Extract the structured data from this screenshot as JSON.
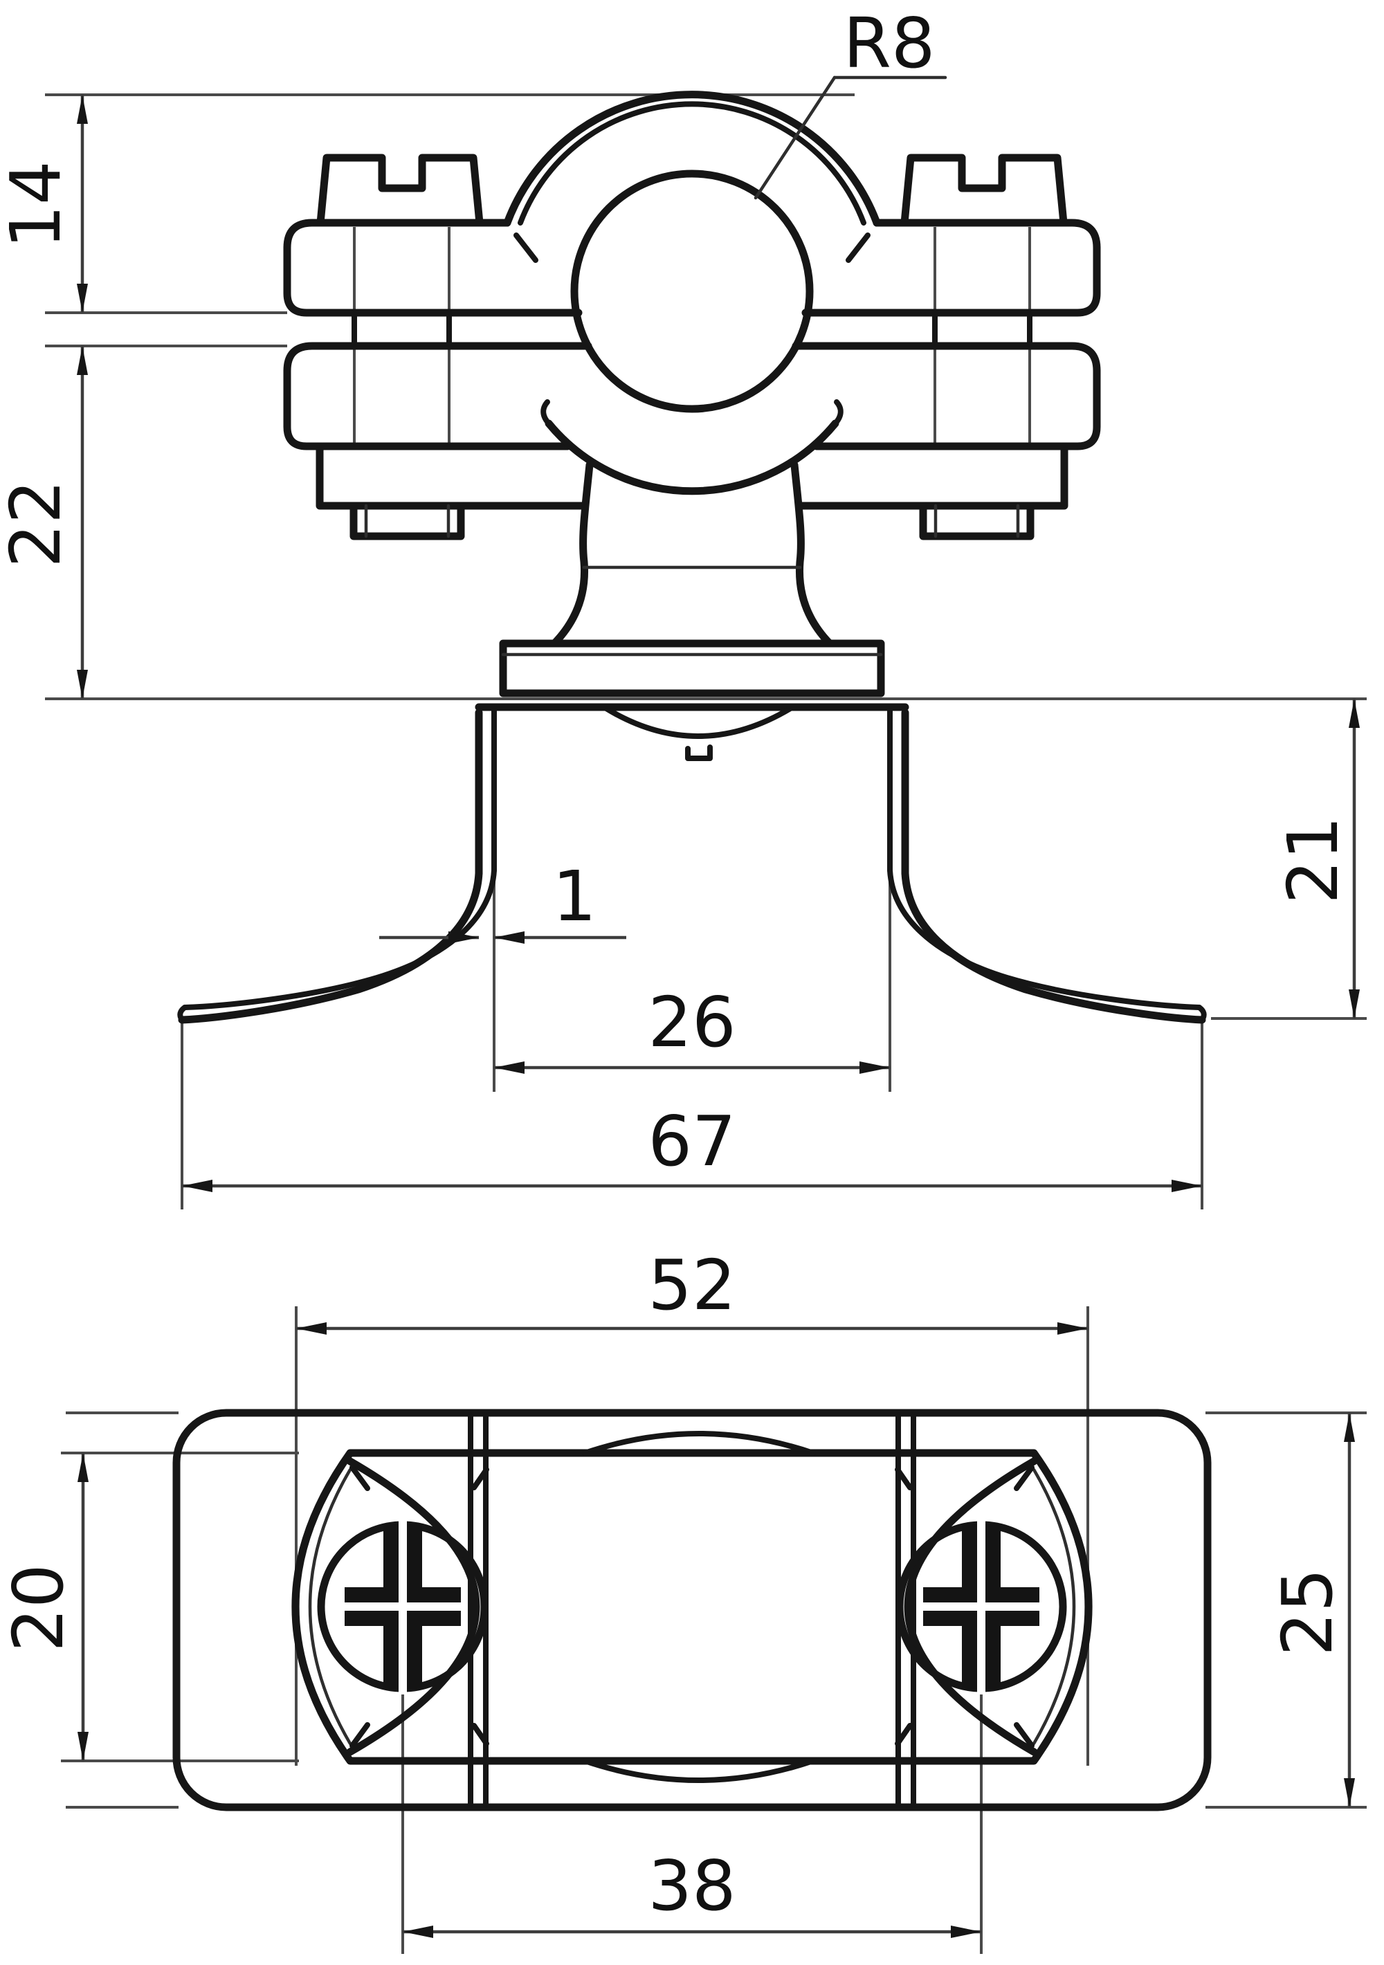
{
  "drawing": {
    "labels": {
      "r8": "R8",
      "d14": "14",
      "d22": "22",
      "d21": "21",
      "d1": "1",
      "d26": "26",
      "d67": "67",
      "d52": "52",
      "d20": "20",
      "d25": "25",
      "d38": "38"
    },
    "front_view": {
      "radius_callout": "R8",
      "vertical_dimensions": [
        "14",
        "22",
        "21"
      ],
      "horizontal_dimensions": [
        "1",
        "26",
        "67"
      ]
    },
    "bottom_view": {
      "horizontal_dimensions": [
        "52",
        "38"
      ],
      "vertical_dimensions": [
        "20",
        "25"
      ]
    }
  }
}
